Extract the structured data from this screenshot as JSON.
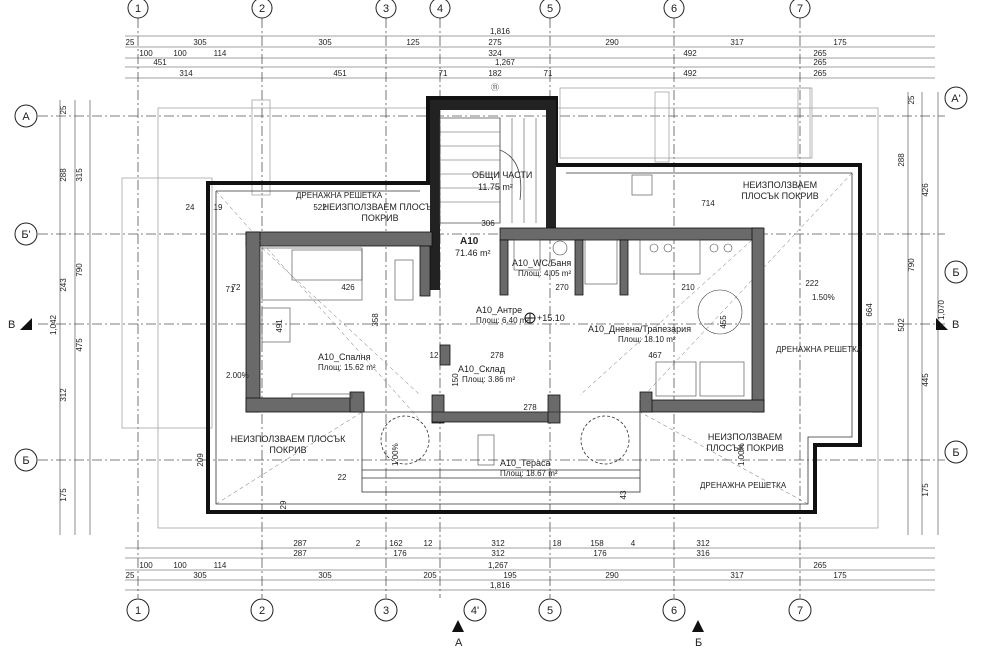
{
  "axes": {
    "vertical": [
      "1",
      "2",
      "3",
      "4",
      "5",
      "6",
      "7"
    ],
    "vertical_bottom": [
      "1",
      "2",
      "3",
      "4'",
      "5",
      "6",
      "7"
    ],
    "horizontal_left": [
      "А",
      "Б'",
      "В",
      "Б"
    ],
    "horizontal_right": [
      "А'",
      "Б",
      "В",
      "Б"
    ]
  },
  "section_marks": {
    "left": "В",
    "right": "В",
    "bottom_left": "А",
    "bottom_right": "Б"
  },
  "top_dims": {
    "overall": "1,816",
    "row1": [
      "25",
      "305",
      "305",
      "125",
      "275",
      "290",
      "317",
      "175"
    ],
    "row2": [
      "100",
      "100",
      "114",
      "324",
      "492",
      "265"
    ],
    "row3": [
      "451",
      "1,267",
      "265"
    ],
    "row4": [
      "314",
      "451",
      "71",
      "182",
      "71",
      "492",
      "265"
    ],
    "circle_marker": "⑪"
  },
  "bottom_dims": {
    "row1": [
      "287",
      "2",
      "162",
      "12",
      "312",
      "18",
      "158",
      "4",
      "312"
    ],
    "row2": [
      "287",
      "176",
      "312",
      "176",
      "316"
    ],
    "row3": [
      "100",
      "100",
      "114",
      "1,267",
      "265"
    ],
    "row4": [
      "25",
      "305",
      "305",
      "205",
      "195",
      "290",
      "317",
      "175"
    ],
    "overall": "1,816"
  },
  "left_dims": [
    "25",
    "288",
    "315",
    "790",
    "243",
    "475",
    "1,042",
    "312",
    "175",
    "209"
  ],
  "right_dims": [
    "25",
    "288",
    "426",
    "790",
    "502",
    "1,070",
    "664",
    "445",
    "175"
  ],
  "rooms": {
    "common": {
      "label": "ОБЩИ ЧАСТИ",
      "area": "11.75 m²"
    },
    "unit": {
      "label": "A10",
      "area": "71.46 m²"
    },
    "wc": {
      "label": "A10_WC/Баня",
      "area": "Площ: 4.05 m²"
    },
    "entry": {
      "label": "A10_Антре",
      "area": "Площ: 6.40 m²"
    },
    "living": {
      "label": "A10_Дневна/Трапезария",
      "area": "Площ: 18.10 m²"
    },
    "bedroom": {
      "label": "A10_Спалня",
      "area": "Площ: 15.62 m²"
    },
    "storage": {
      "label": "A10_Склад",
      "area": "Площ: 3.86 m²"
    },
    "terrace": {
      "label": "A10_Тераса",
      "area": "Площ: 18.67 m²"
    }
  },
  "roof_labels": {
    "top_left": "НЕИЗПОЛЗВАЕМ ПЛОСЪК ПОКРИВ",
    "top_right": "НЕИЗПОЛЗВАЕМ ПЛОСЪК ПОКРИВ",
    "bottom_left": "НЕИЗПОЛЗВАЕМ ПЛОСЪК ПОКРИВ",
    "bottom_right": "НЕИЗПОЛЗВАЕМ ПЛОСЪК ПОКРИВ"
  },
  "drain_labels": [
    "ДРЕНАЖНА РЕШЕТКА",
    "ДРЕНАЖНА РЕШЕТКА",
    "ДРЕНАЖНА РЕШЕТКА"
  ],
  "level": "+15.10",
  "slopes": [
    "2.00%",
    "1.50%",
    "1.00%",
    "1.00%"
  ],
  "inner_dims": [
    "426",
    "491",
    "358",
    "278",
    "278",
    "467",
    "210",
    "222",
    "455",
    "150",
    "270",
    "12",
    "12",
    "71",
    "714",
    "24",
    "19",
    "22",
    "72",
    "306",
    "522",
    "43",
    "29"
  ]
}
